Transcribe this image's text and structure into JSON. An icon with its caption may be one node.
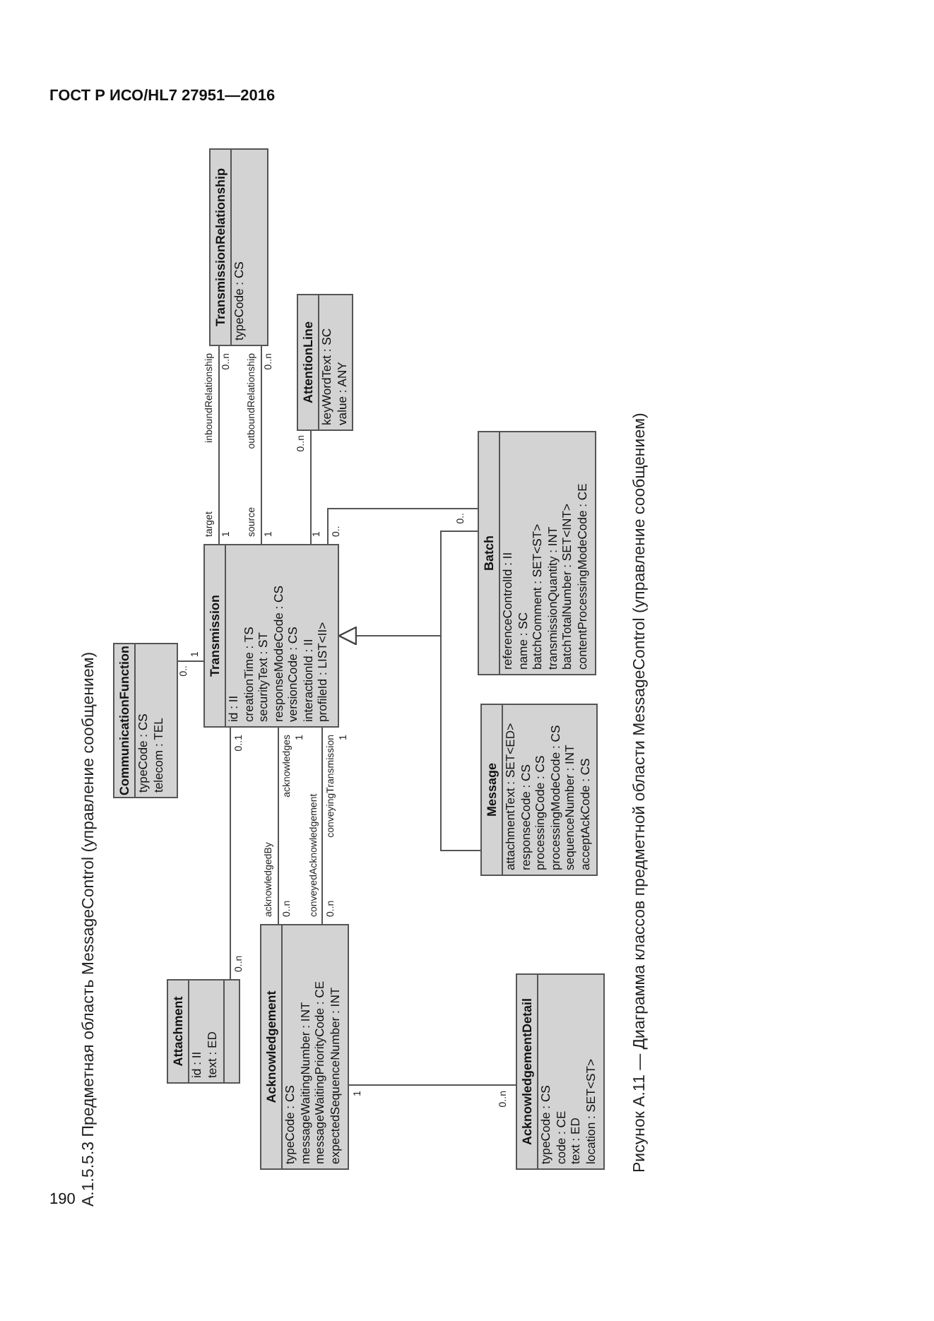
{
  "diagram": {
    "title": "А.1.5.5.3 Предметная область MessageControl (управление сообщением)",
    "caption": "Рисунок А.11 — Диаграмма классов предметной области MessageControl (управление сообщением)",
    "nodes": [
      {
        "text": [
          "TransmissionRelationship",
          "typeCode : CS"
        ]
      },
      {
        "text": [
          "AttentionLine",
          "keyWordText : SC",
          "value : ANY"
        ]
      },
      {
        "text": [
          "CommunicationFunction",
          "typeCode : CS",
          "telecom : TEL"
        ]
      },
      {
        "text": [
          "Transmission",
          "id : II",
          "creationTime : TS",
          "securityText : ST",
          "responseModeCode : CS",
          "versionCode : CS",
          "interactionId : II",
          "profileId : LIST<II>"
        ]
      },
      {
        "text": [
          "Batch",
          "referenceControlId : II",
          "name : SC",
          "batchComment : SET<ST>",
          "transmissionQuantity : INT",
          "batchTotalNumber : SET<INT>",
          "contentProcessingModeCode : CE"
        ]
      },
      {
        "text": [
          "Message",
          "attachmentText : SET<ED>",
          "responseCode : CS",
          "processingCode : CS",
          "processingModeCode : CS",
          "sequenceNumber : INT",
          "acceptAckCode : CS"
        ]
      },
      {
        "text": [
          "Attachment",
          "id : II",
          "text : ED"
        ]
      },
      {
        "text": [
          "Acknowledgement",
          "typeCode : CS",
          "messageWaitingNumber : INT",
          "messageWaitingPriorityCode : CE",
          "expectedSequenceNumber : INT"
        ]
      },
      {
        "text": [
          "AcknowledgementDetail",
          "typeCode : CS",
          "code : CE",
          "text : ED",
          "location : SET<ST>"
        ]
      }
    ],
    "edges": [
      {
        "from": 3,
        "to": 0,
        "arrow": "none"
      },
      {
        "from": 3,
        "to": 0,
        "arrow": "none"
      },
      {
        "from": 3,
        "to": 1,
        "arrow": "none"
      },
      {
        "from": 2,
        "to": 3,
        "arrow": "none"
      },
      {
        "from": 3,
        "to": 6,
        "arrow": "none"
      },
      {
        "from": 3,
        "to": 7,
        "arrow": "none"
      },
      {
        "from": 3,
        "to": 7,
        "arrow": "none"
      },
      {
        "from": 7,
        "to": 8,
        "arrow": "none"
      },
      {
        "from": 3,
        "to": 4,
        "arrow": "none"
      },
      {
        "from": 4,
        "to": 3,
        "arrow": "to"
      },
      {
        "from": 5,
        "to": 3,
        "arrow": "to"
      }
    ],
    "labels": [
      "ГОСТ Р ИСО/HL7 27951—2016",
      "190",
      "target",
      "1",
      "inboundRelationship",
      "0..n",
      "source",
      "1",
      "outboundRelationship",
      "0..n",
      "1",
      "0..n",
      "0..",
      "1",
      "0..1",
      "0..n",
      "acknowledges",
      "1",
      "acknowledgedBy",
      "0..n",
      "conveyingTransmission",
      "1",
      "conveyedAcknowledgement",
      "0..n",
      "1",
      "0..n",
      "0..",
      "0.."
    ]
  }
}
